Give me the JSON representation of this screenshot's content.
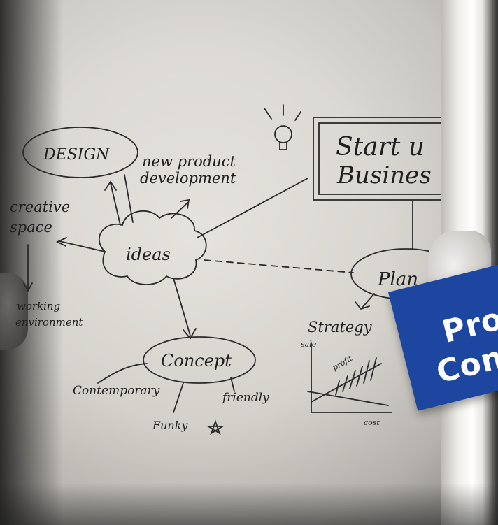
{
  "sketch": {
    "design": "DESIGN",
    "new_product": "new product",
    "development": "development",
    "creative": "creative",
    "space": "space",
    "working": "working",
    "environment": "environment",
    "ideas": "ideas",
    "concept": "Concept",
    "contemporary": "Contemporary",
    "funky": "Funky",
    "friendly": "friendly",
    "start_up": "Start u",
    "business": "Busines",
    "plan": "Plan",
    "strategy": "Strategy",
    "sale": "sale",
    "profit": "profit",
    "cost": "cost"
  },
  "banner": {
    "line1": "Pro",
    "line2": "Con",
    "color": "#1d46a0"
  }
}
